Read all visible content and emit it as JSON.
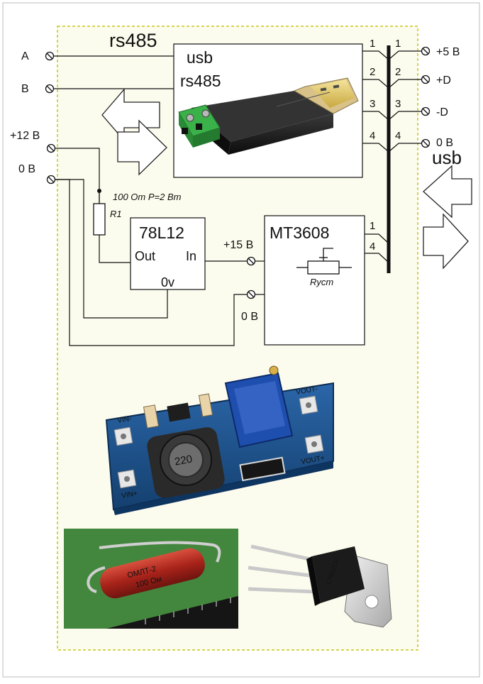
{
  "terminals_left": {
    "a": "A",
    "b": "B",
    "p12": "+12 В",
    "gnd": "0 В"
  },
  "title_rs485": "rs485",
  "converter": {
    "line1": "usb",
    "line2": "rs485"
  },
  "bus_pins_left": [
    "1",
    "2",
    "3",
    "4"
  ],
  "bus_pins_right": [
    "1",
    "2",
    "3",
    "4"
  ],
  "terminals_right": [
    "+5 В",
    "+D",
    "-D",
    "0 В"
  ],
  "usb_label": "usb",
  "resistor": {
    "label": "R1",
    "note": "100 Om P=2 Bm"
  },
  "regulator": {
    "name": "78L12",
    "out": "Out",
    "in": "In",
    "gnd": "0v"
  },
  "booster": {
    "name": "MT3608",
    "pot": "Rуст",
    "pins": [
      "1",
      "4"
    ]
  },
  "v15_label": "+15 В",
  "v0_label": "0 В",
  "module_photo": {
    "left_top": "VIN-",
    "left_bottom": "VIN+",
    "right_top": "VOUT-",
    "right_bottom": "VOUT+",
    "inductor": "220"
  },
  "resistor_photo": {
    "marking_1": "ОМЛТ-2",
    "marking_2": "100 Ом"
  },
  "regulator_photo": {
    "marking": "L7812CV"
  },
  "colors": {
    "panel_bg": "#fcfcee",
    "panel_border": "#c6c61c",
    "module_pcb": "#1a4f8a",
    "pot": "#1f4fae",
    "photo_bg_green": "#3e7f3a",
    "resistor_body": "#b5271f",
    "to220": "#1b1b1b"
  }
}
